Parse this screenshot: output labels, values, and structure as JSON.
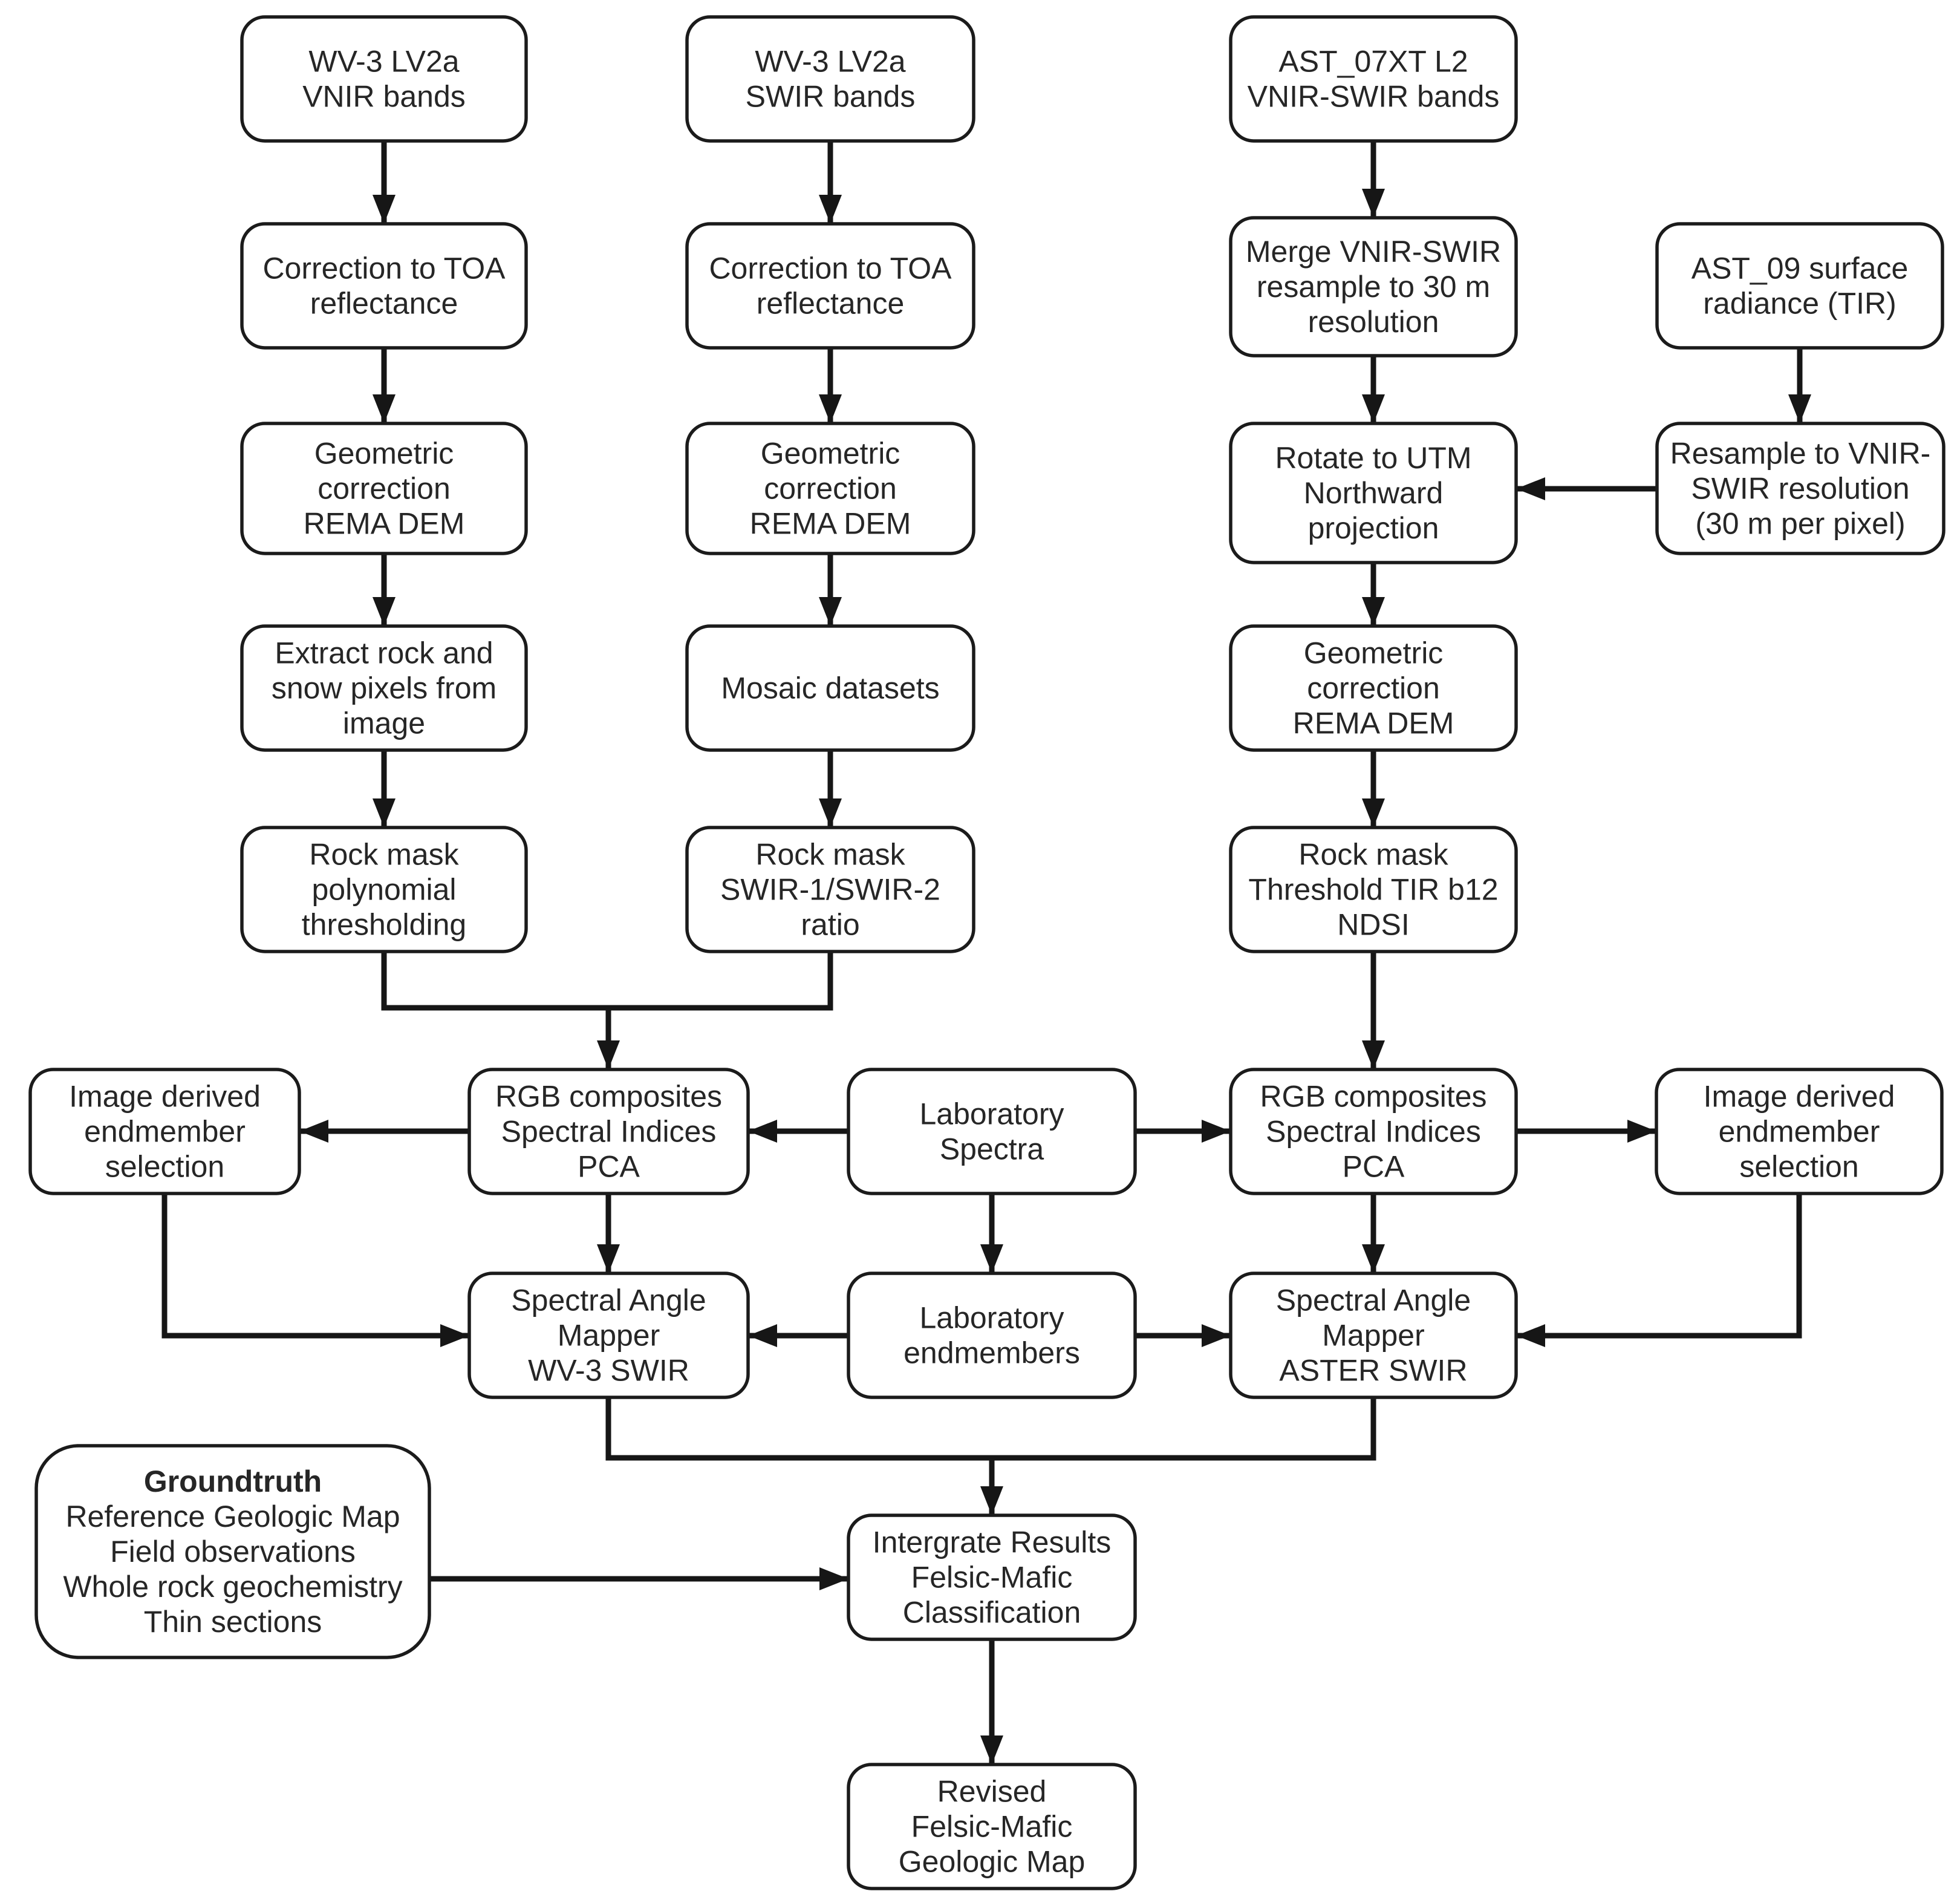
{
  "diagram": {
    "type": "flowchart",
    "colors": {
      "background": "#ffffff",
      "box_fill": "#ffffff",
      "box_stroke": "#1b1b1b",
      "edge_stroke": "#161616",
      "text": "#262626"
    },
    "nodes": [
      {
        "id": "wv3-vnir-bands",
        "lines": [
          "WV-3 LV2a",
          "VNIR bands"
        ]
      },
      {
        "id": "wv3-vnir-toa",
        "lines": [
          "Correction to TOA",
          "reflectance"
        ]
      },
      {
        "id": "wv3-vnir-geom",
        "lines": [
          "Geometric",
          "correction",
          "REMA DEM"
        ]
      },
      {
        "id": "extract-rock-snow",
        "lines": [
          "Extract rock and",
          "snow pixels from",
          "image"
        ]
      },
      {
        "id": "rock-mask-poly",
        "lines": [
          "Rock mask",
          "polynomial",
          "thresholding"
        ]
      },
      {
        "id": "wv3-swir-bands",
        "lines": [
          "WV-3 LV2a",
          "SWIR bands"
        ]
      },
      {
        "id": "wv3-swir-toa",
        "lines": [
          "Correction to TOA",
          "reflectance"
        ]
      },
      {
        "id": "wv3-swir-geom",
        "lines": [
          "Geometric",
          "correction",
          "REMA DEM"
        ]
      },
      {
        "id": "mosaic-datasets",
        "lines": [
          "Mosaic datasets"
        ]
      },
      {
        "id": "rock-mask-swir",
        "lines": [
          "Rock mask",
          "SWIR-1/SWIR-2",
          "ratio"
        ]
      },
      {
        "id": "ast07-bands",
        "lines": [
          "AST_07XT L2",
          "VNIR-SWIR bands"
        ]
      },
      {
        "id": "merge-vnir-swir",
        "lines": [
          "Merge VNIR-SWIR",
          "resample to 30 m",
          "resolution"
        ]
      },
      {
        "id": "rotate-utm",
        "lines": [
          "Rotate to UTM",
          "Northward",
          "projection"
        ]
      },
      {
        "id": "aster-geom",
        "lines": [
          "Geometric",
          "correction",
          "REMA DEM"
        ]
      },
      {
        "id": "rock-mask-tir",
        "lines": [
          "Rock mask",
          "Threshold TIR b12",
          "NDSI"
        ]
      },
      {
        "id": "ast09-radiance",
        "lines": [
          "AST_09 surface",
          "radiance (TIR)"
        ]
      },
      {
        "id": "resample-vnir-swir",
        "lines": [
          "Resample to VNIR-",
          "SWIR resolution",
          "(30 m per pixel)"
        ]
      },
      {
        "id": "img-endmember-wv3",
        "lines": [
          "Image derived",
          "endmember",
          "selection"
        ]
      },
      {
        "id": "rgb-wv3",
        "lines": [
          "RGB composites",
          "Spectral Indices",
          "PCA"
        ]
      },
      {
        "id": "lab-spectra",
        "lines": [
          "Laboratory",
          "Spectra"
        ]
      },
      {
        "id": "rgb-aster",
        "lines": [
          "RGB composites",
          "Spectral Indices",
          "PCA"
        ]
      },
      {
        "id": "img-endmember-aster",
        "lines": [
          "Image derived",
          "endmember",
          "selection"
        ]
      },
      {
        "id": "sam-wv3",
        "lines": [
          "Spectral Angle",
          "Mapper",
          "WV-3 SWIR"
        ]
      },
      {
        "id": "lab-endmembers",
        "lines": [
          "Laboratory",
          "endmembers"
        ]
      },
      {
        "id": "sam-aster",
        "lines": [
          "Spectral Angle",
          "Mapper",
          "ASTER SWIR"
        ]
      },
      {
        "id": "groundtruth",
        "bold_line": 0,
        "lines": [
          "Groundtruth",
          "Reference Geologic Map",
          "Field observations",
          "Whole rock geochemistry",
          "Thin sections"
        ]
      },
      {
        "id": "integrate-results",
        "lines": [
          "Intergrate Results",
          "Felsic-Mafic",
          "Classification"
        ]
      },
      {
        "id": "revised-map",
        "lines": [
          "Revised",
          "Felsic-Mafic",
          "Geologic Map"
        ]
      }
    ],
    "edges": [
      {
        "id": "a1a2",
        "from": "wv3-vnir-bands",
        "to": "wv3-vnir-toa"
      },
      {
        "id": "a2a3",
        "from": "wv3-vnir-toa",
        "to": "wv3-vnir-geom"
      },
      {
        "id": "a3a4",
        "from": "wv3-vnir-geom",
        "to": "extract-rock-snow"
      },
      {
        "id": "a4a5",
        "from": "extract-rock-snow",
        "to": "rock-mask-poly"
      },
      {
        "id": "b1b2",
        "from": "wv3-swir-bands",
        "to": "wv3-swir-toa"
      },
      {
        "id": "b2b3",
        "from": "wv3-swir-toa",
        "to": "wv3-swir-geom"
      },
      {
        "id": "b3b4",
        "from": "wv3-swir-geom",
        "to": "mosaic-datasets"
      },
      {
        "id": "b4b5",
        "from": "mosaic-datasets",
        "to": "rock-mask-swir"
      },
      {
        "id": "c1c2",
        "from": "ast07-bands",
        "to": "merge-vnir-swir"
      },
      {
        "id": "c2c3",
        "from": "merge-vnir-swir",
        "to": "rotate-utm"
      },
      {
        "id": "c3c4",
        "from": "rotate-utm",
        "to": "aster-geom"
      },
      {
        "id": "c4c5",
        "from": "aster-geom",
        "to": "rock-mask-tir"
      },
      {
        "id": "d1d2",
        "from": "ast09-radiance",
        "to": "resample-vnir-swir"
      },
      {
        "id": "d2c3",
        "from": "resample-vnir-swir",
        "to": "rotate-utm"
      },
      {
        "id": "c5e4",
        "from": "rock-mask-tir",
        "to": "rgb-aster"
      },
      {
        "id": "a5e2",
        "from": "rock-mask-poly",
        "to": "rgb-wv3"
      },
      {
        "id": "b5e2",
        "from": "rock-mask-swir",
        "to": "rgb-wv3"
      },
      {
        "id": "e2e1",
        "from": "rgb-wv3",
        "to": "img-endmember-wv3"
      },
      {
        "id": "e3e2",
        "from": "lab-spectra",
        "to": "rgb-wv3"
      },
      {
        "id": "e3e4",
        "from": "lab-spectra",
        "to": "rgb-aster"
      },
      {
        "id": "e4e5",
        "from": "rgb-aster",
        "to": "img-endmember-aster"
      },
      {
        "id": "e2f1",
        "from": "rgb-wv3",
        "to": "sam-wv3"
      },
      {
        "id": "e3f2",
        "from": "lab-spectra",
        "to": "lab-endmembers"
      },
      {
        "id": "e4f3",
        "from": "rgb-aster",
        "to": "sam-aster"
      },
      {
        "id": "e1f1",
        "from": "img-endmember-wv3",
        "to": "sam-wv3"
      },
      {
        "id": "e5f3",
        "from": "img-endmember-aster",
        "to": "sam-aster"
      },
      {
        "id": "f2f1",
        "from": "lab-endmembers",
        "to": "sam-wv3"
      },
      {
        "id": "f2f3",
        "from": "lab-endmembers",
        "to": "sam-aster"
      },
      {
        "id": "f1g2",
        "from": "sam-wv3",
        "to": "integrate-results"
      },
      {
        "id": "f3g2",
        "from": "sam-aster",
        "to": "integrate-results"
      },
      {
        "id": "g1g2",
        "from": "groundtruth",
        "to": "integrate-results"
      },
      {
        "id": "g2g3",
        "from": "integrate-results",
        "to": "revised-map"
      }
    ]
  }
}
